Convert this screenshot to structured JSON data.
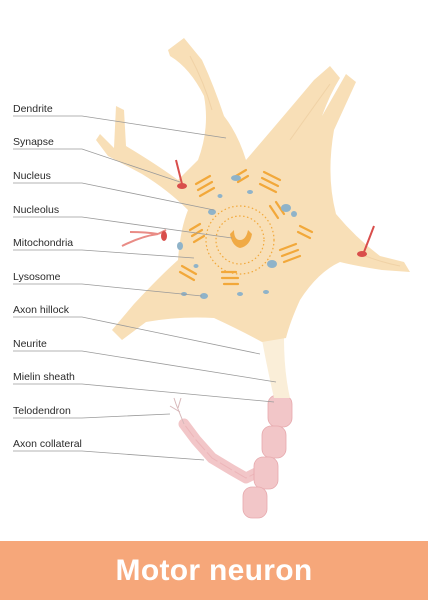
{
  "title": "Motor neuron",
  "labels": [
    {
      "id": "dendrite",
      "text": "Dendrite"
    },
    {
      "id": "synapse",
      "text": "Synapse"
    },
    {
      "id": "nucleus",
      "text": "Nucleus"
    },
    {
      "id": "nucleolus",
      "text": "Nucleolus"
    },
    {
      "id": "mitochondria",
      "text": "Mitochondria"
    },
    {
      "id": "lysosome",
      "text": "Lysosome"
    },
    {
      "id": "axon-hillock",
      "text": "Axon hillock"
    },
    {
      "id": "neurite",
      "text": "Neurite"
    },
    {
      "id": "mielin-sheath",
      "text": "Mielin sheath"
    },
    {
      "id": "telodendron",
      "text": "Telodendron"
    },
    {
      "id": "axon-collateral",
      "text": "Axon collateral"
    }
  ],
  "colors": {
    "banner": "#f6a77a",
    "cell_body": "#f8dfb7",
    "mitochondria": "#f2a83a",
    "lysosome": "#8fb3c9",
    "nucleolus": "#f0aa45",
    "synapse": "#d94e4b",
    "myelin": "#f2c6c8",
    "leader_line": "#9a9a9a"
  }
}
